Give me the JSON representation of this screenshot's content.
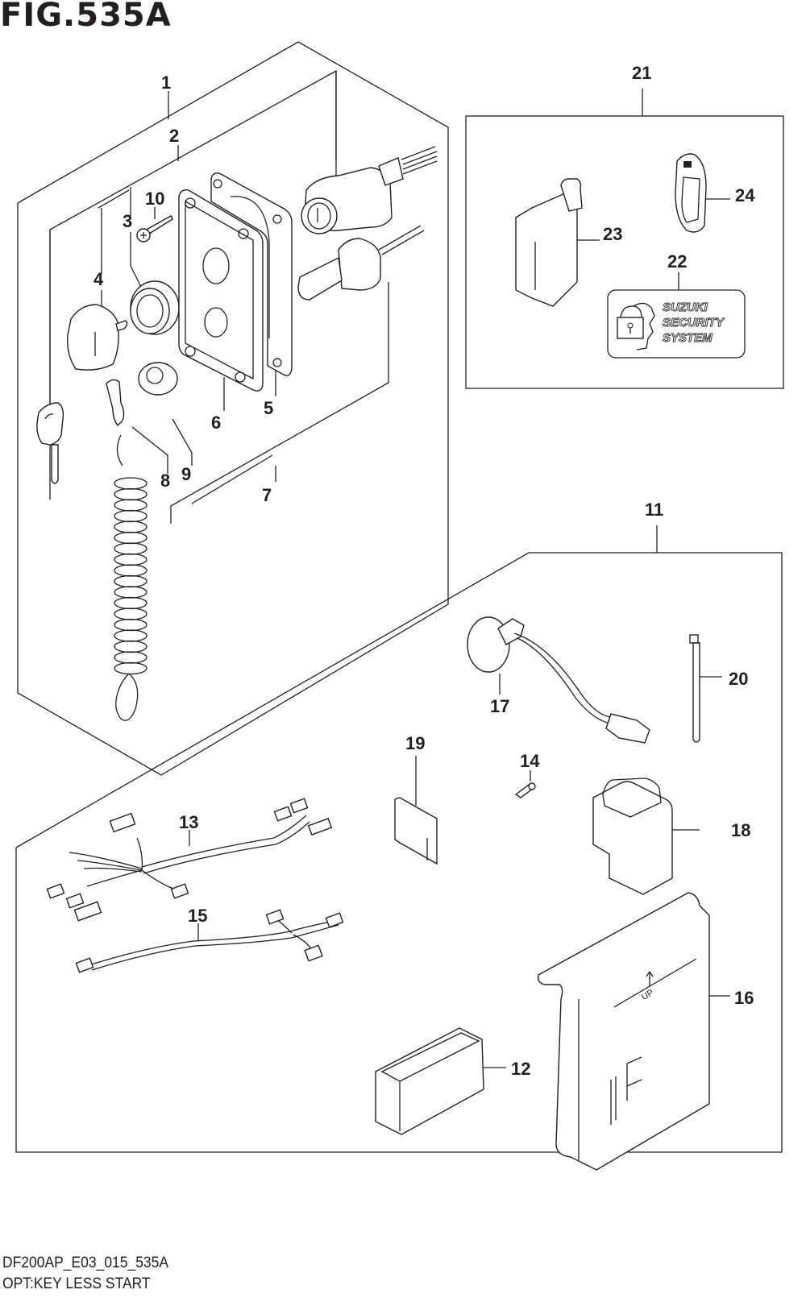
{
  "figure": {
    "title": "FIG.535A",
    "drawing_code": "DF200AP_E03_015_535A",
    "name": "OPT:KEY LESS START"
  },
  "callouts": {
    "c1": "1",
    "c2": "2",
    "c3": "3",
    "c4": "4",
    "c5": "5",
    "c6": "6",
    "c7": "7",
    "c8": "8",
    "c9": "9",
    "c10": "10",
    "c11": "11",
    "c12": "12",
    "c13": "13",
    "c14": "14",
    "c15": "15",
    "c16": "16",
    "c17": "17",
    "c18": "18",
    "c19": "19",
    "c20": "20",
    "c21": "21",
    "c22": "22",
    "c23": "23",
    "c24": "24"
  },
  "decal": {
    "line1": "SUZUKI",
    "line2": "SECURITY",
    "line3": "SYSTEM"
  },
  "ecu_marking": "UP",
  "colors": {
    "ink": "#231f20",
    "paper": "#ffffff"
  }
}
